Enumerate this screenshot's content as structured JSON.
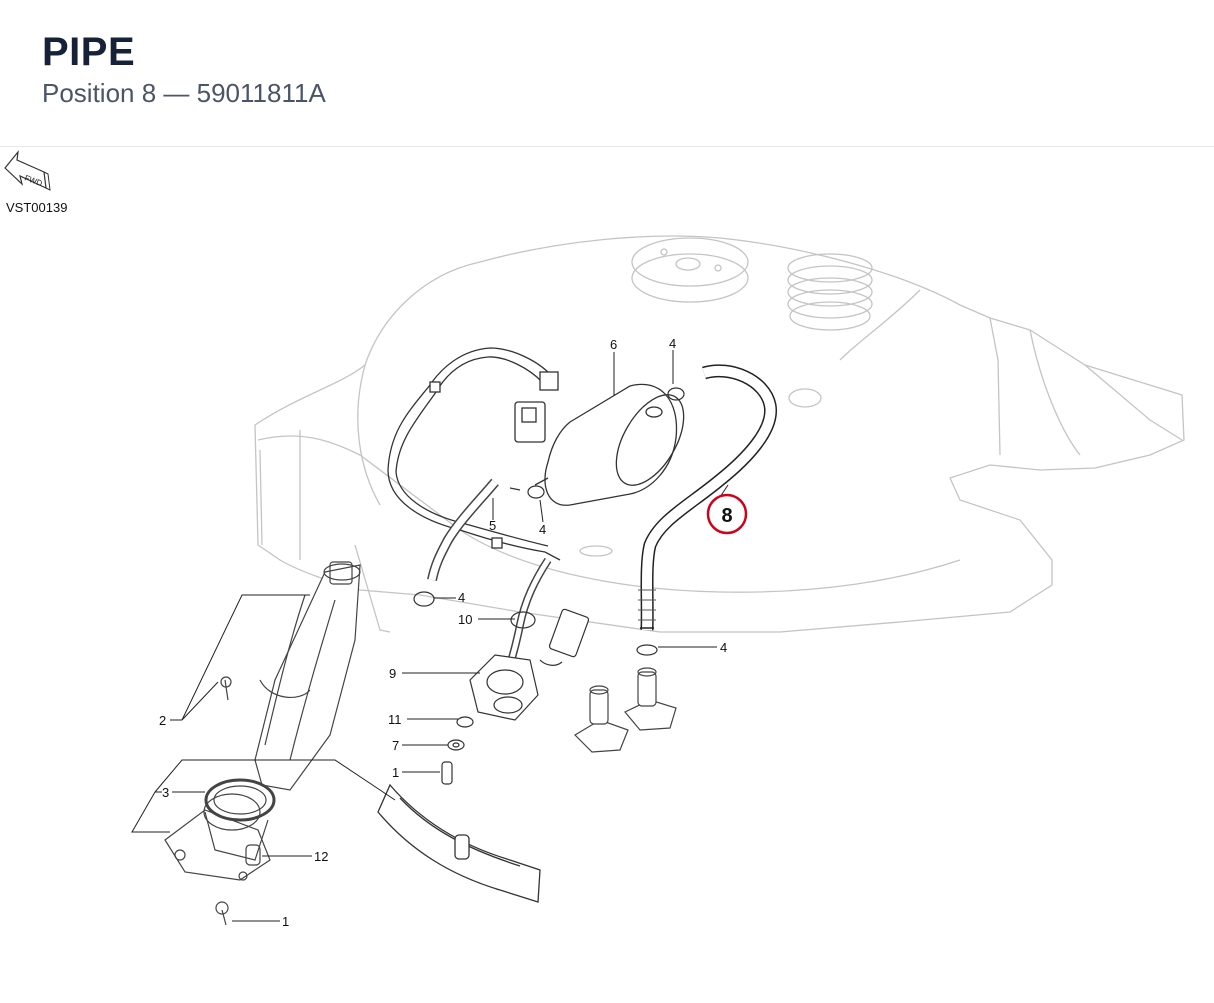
{
  "header": {
    "title": "PIPE",
    "subtitle": "Position 8 — 59011811A"
  },
  "diagram": {
    "code": "VST00139",
    "fwd_label": "FWD",
    "highlight_color": "#d0021b",
    "callouts": {
      "c1a": "1",
      "c1b": "1",
      "c2": "2",
      "c3": "3",
      "c4a": "4",
      "c4b": "4",
      "c4c": "4",
      "c4d": "4",
      "c5": "5",
      "c6": "6",
      "c7": "7",
      "c8": "8",
      "c9": "9",
      "c10": "10",
      "c11": "11",
      "c12": "12"
    }
  }
}
